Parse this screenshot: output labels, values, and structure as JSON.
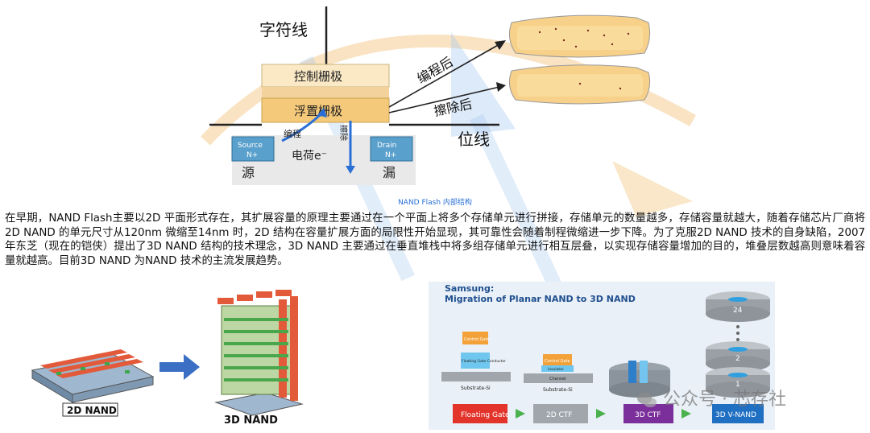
{
  "colors": {
    "accent_blue": "#2a6fd6",
    "watermark_orange": "#f2c27a",
    "watermark_blue": "#9ec3ee",
    "floating_gate_fill": "#f9e3b4",
    "control_gate_fill": "#fbe9c6",
    "source_drain_fill": "#5aa0cc",
    "samsung_red": "#e2342b",
    "samsung_purple": "#7b2f9b",
    "samsung_blue": "#1f6fc2",
    "samsung_gray": "#9aa3ab"
  },
  "top_diagram": {
    "word_line": "字符线",
    "control_gate": "控制栅极",
    "floating_gate": "浮置栅极",
    "bit_line": "位线",
    "program_arrow": "编程",
    "erase_arrow": "擦除",
    "source_label": "Source",
    "drain_label": "Drain",
    "n_plus": "N+",
    "charge": "电荷e⁻",
    "source_cn": "源",
    "drain_cn": "漏",
    "after_program": "编程后",
    "after_erase": "擦除后"
  },
  "caption": "NAND Flash 内部结构",
  "article": {
    "paragraph": "在早期，NAND Flash主要以2D 平面形式存在，其扩展容量的原理主要通过在一个平面上将多个存储单元进行拼接，存储单元的数量越多，存储容量就越大，随着存储芯片厂商将2D NAND 的单元尺寸从120nm 微缩至14nm 时，2D 结构在容量扩展方面的局限性开始显现，其可靠性会随着制程微缩进一步下降。为了克服2D NAND 技术的自身缺陷，2007 年东芝（现在的铠侠）提出了3D NAND 结构的技术理念，3D NAND 主要通过在垂直堆栈中将多组存储单元进行相互层叠，以实现存储容量增加的目的，堆叠层数越高则意味着容量就越高。目前3D NAND 为NAND 技术的主流发展趋势。"
  },
  "planar_figure": {
    "label_2d": "2D NAND",
    "label_3d": "3D NAND"
  },
  "samsung_panel": {
    "title_line1": "Samsung:",
    "title_line2": "Migration of Planar NAND to 3D NAND",
    "control_gate": "Control Gate",
    "floating_gate_conductor": "Floating Gate Conductor",
    "insulator": "Insulator",
    "charge_trap": "Channel",
    "substrate": "Substrate-Si",
    "stage_1": "Floating Gate",
    "stage_2": "2D CTF",
    "stage_3": "3D CTF",
    "stage_4": "3D V-NAND",
    "layer_top": "24",
    "layer_mid": "2",
    "layer_bottom": "1"
  },
  "watermark": {
    "account": "公众号 · 芯存社"
  }
}
